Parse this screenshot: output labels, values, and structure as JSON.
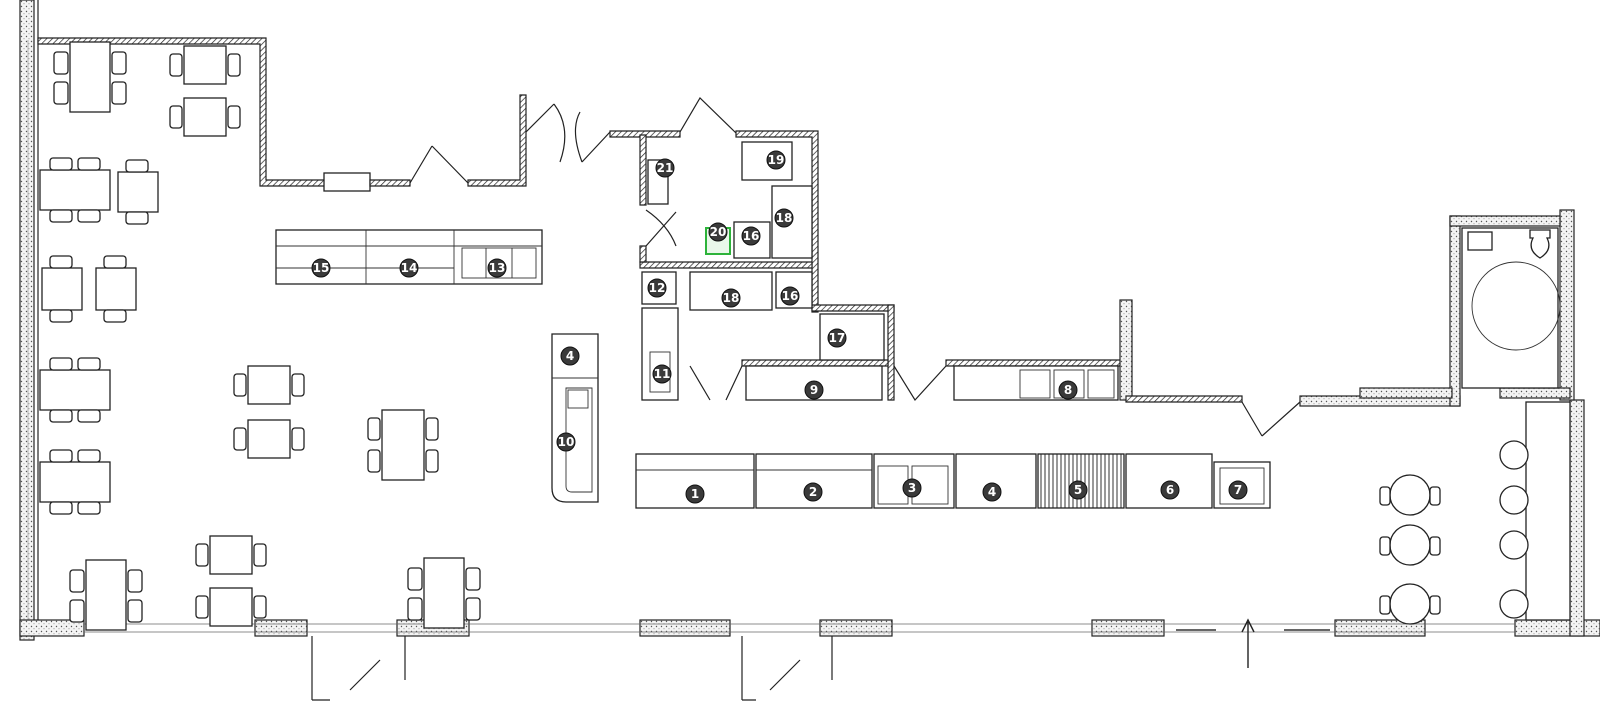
{
  "plan": {
    "markers": [
      {
        "id": "marker-1",
        "label": "1"
      },
      {
        "id": "marker-2",
        "label": "2"
      },
      {
        "id": "marker-3",
        "label": "3"
      },
      {
        "id": "marker-4a",
        "label": "4"
      },
      {
        "id": "marker-4b",
        "label": "4"
      },
      {
        "id": "marker-5",
        "label": "5"
      },
      {
        "id": "marker-6",
        "label": "6"
      },
      {
        "id": "marker-7",
        "label": "7"
      },
      {
        "id": "marker-8",
        "label": "8"
      },
      {
        "id": "marker-9",
        "label": "9"
      },
      {
        "id": "marker-10",
        "label": "10"
      },
      {
        "id": "marker-11",
        "label": "11"
      },
      {
        "id": "marker-12",
        "label": "12"
      },
      {
        "id": "marker-13",
        "label": "13"
      },
      {
        "id": "marker-14",
        "label": "14"
      },
      {
        "id": "marker-15",
        "label": "15"
      },
      {
        "id": "marker-16a",
        "label": "16"
      },
      {
        "id": "marker-16b",
        "label": "16"
      },
      {
        "id": "marker-17",
        "label": "17"
      },
      {
        "id": "marker-18a",
        "label": "18"
      },
      {
        "id": "marker-18b",
        "label": "18"
      },
      {
        "id": "marker-19",
        "label": "19"
      },
      {
        "id": "marker-20",
        "label": "20"
      },
      {
        "id": "marker-21",
        "label": "21"
      }
    ],
    "colors": {
      "wall": "#222222",
      "marker": "#3a3a3a",
      "highlight": "#2db33a"
    },
    "icons": [
      "entrance-arrow-icon",
      "toilet-icon",
      "washbasin-icon"
    ]
  }
}
